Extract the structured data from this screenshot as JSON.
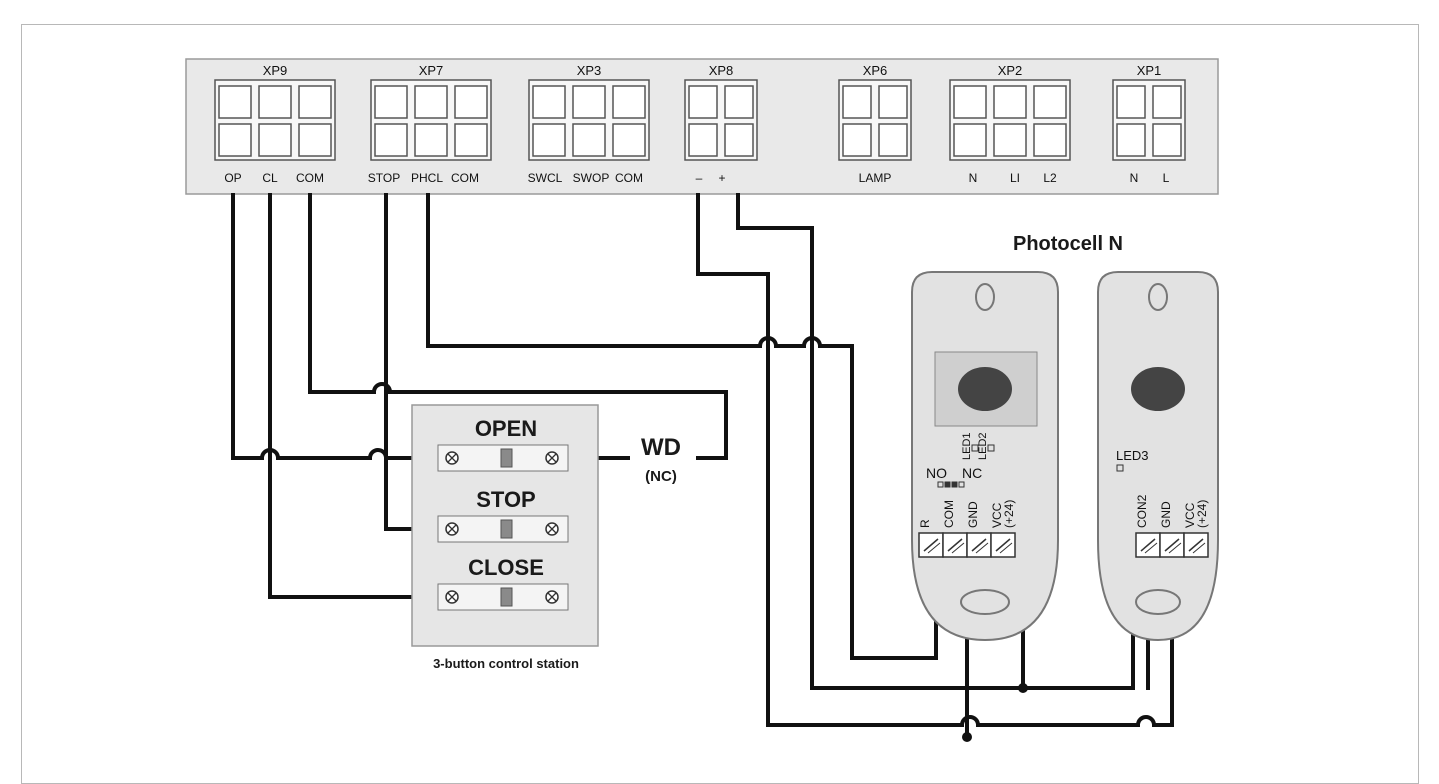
{
  "terminal_board": {
    "blocks": [
      {
        "name": "XP9",
        "terminals": [
          "OP",
          "CL",
          "COM"
        ]
      },
      {
        "name": "XP7",
        "terminals": [
          "STOP",
          "PHCL",
          "COM"
        ]
      },
      {
        "name": "XP3",
        "terminals": [
          "SWCL",
          "SWOP",
          "COM"
        ]
      },
      {
        "name": "XP8",
        "terminals": [
          "–",
          "+"
        ]
      },
      {
        "name": "XP6",
        "terminals": [
          "LAMP"
        ]
      },
      {
        "name": "XP2",
        "terminals": [
          "N",
          "LI",
          "L2"
        ]
      },
      {
        "name": "XP1",
        "terminals": [
          "N",
          "L"
        ]
      }
    ]
  },
  "control_station": {
    "caption": "3-button control station",
    "buttons": [
      "OPEN",
      "STOP",
      "CLOSE"
    ]
  },
  "wd": {
    "label": "WD",
    "sublabel": "(NC)"
  },
  "photocell": {
    "title": "Photocell N",
    "receiver": {
      "leds": [
        "LED1",
        "LED2"
      ],
      "jumper": [
        "NO",
        "NC"
      ],
      "terminals": [
        "R",
        "COM",
        "GND",
        "VCC\n(+24)"
      ]
    },
    "transmitter": {
      "led": "LED3",
      "terminals": [
        "CON2",
        "GND",
        "VCC\n(+24)"
      ]
    }
  },
  "colors": {
    "wire": "#111111",
    "board": "#e9e9e9",
    "device": "#dedede"
  }
}
